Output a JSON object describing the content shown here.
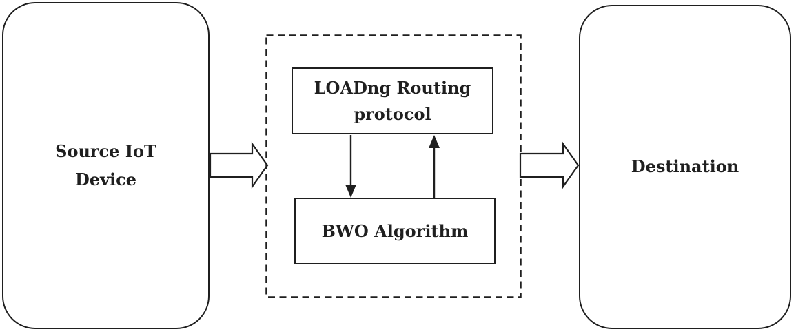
{
  "diagram": {
    "source": {
      "label": "Source IoT Device"
    },
    "processing": {
      "routing": {
        "label": "LOADng Routing protocol"
      },
      "algorithm": {
        "label": "BWO Algorithm"
      }
    },
    "destination": {
      "label": "Destination"
    },
    "connections": [
      {
        "from": "source",
        "to": "processing-module",
        "style": "hollow-block-arrow",
        "direction": "right"
      },
      {
        "from": "routing",
        "to": "algorithm",
        "style": "line-arrow",
        "direction": "down"
      },
      {
        "from": "algorithm",
        "to": "routing",
        "style": "line-arrow",
        "direction": "up"
      },
      {
        "from": "processing-module",
        "to": "destination",
        "style": "hollow-block-arrow",
        "direction": "right"
      }
    ],
    "colors": {
      "stroke": "#1f1f1f",
      "background": "#ffffff"
    }
  }
}
